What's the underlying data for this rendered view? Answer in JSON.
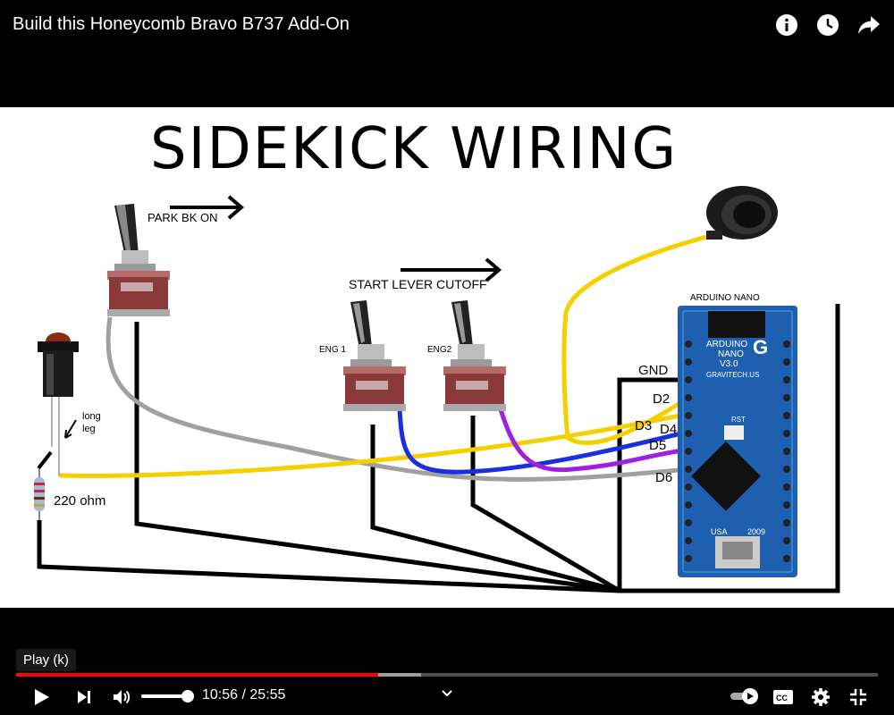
{
  "player": {
    "title": "Build this Honeycomb Bravo B737 Add-On",
    "tooltip": "Play (k)",
    "current_time": "10:56",
    "separator": "/",
    "duration": "25:55",
    "progress_fraction": 0.42,
    "buffer_fraction": 0.47,
    "volume_fraction": 1.0,
    "colors": {
      "played": "#ff0000",
      "background": "#000000"
    },
    "icons": {
      "info": "info-icon",
      "watch_later": "clock-icon",
      "share": "share-icon",
      "play": "play-icon",
      "next": "next-icon",
      "volume": "volume-icon",
      "chapters": "chevron-down-icon",
      "autoplay": "autoplay-toggle-icon",
      "captions": "cc-icon",
      "settings": "gear-icon",
      "fullscreen": "exit-fullscreen-icon"
    }
  },
  "slide": {
    "title": "SIDEKICK WIRING",
    "labels": {
      "park": "PARK BK ON",
      "start_lever": "START LEVER CUTOFF",
      "eng1": "ENG 1",
      "eng2": "ENG2",
      "long_leg": "long",
      "long_leg2": "leg",
      "resistor": "220 ohm",
      "arduino": "ARDUINO NANO",
      "gnd": "GND",
      "d2": "D2",
      "d3": "D3",
      "d4": "D4",
      "d5": "D5",
      "d6": "D6"
    },
    "board_text": {
      "line1": "ARDUINO",
      "line2": "NANO",
      "line3": "V3.0",
      "maker": "GRAVITECH.US",
      "country": "USA",
      "year": "2009",
      "rst": "RST"
    },
    "wire_colors": {
      "yellow": "#f5d000",
      "gray": "#a0a0a0",
      "blue": "#1a2fe0",
      "purple": "#a020e0",
      "black": "#000000"
    }
  }
}
